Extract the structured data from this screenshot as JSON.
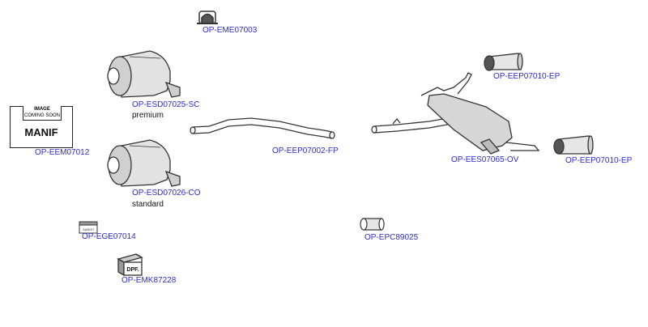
{
  "parts": [
    {
      "code": "OP-EME07003",
      "kind": "rubber-mount"
    },
    {
      "code": "OP-ESD07025-SC",
      "kind": "dpf",
      "variant": "premium"
    },
    {
      "code": "OP-EEM07012",
      "kind": "manifold"
    },
    {
      "code": "OP-ESD07026-CO",
      "kind": "dpf",
      "variant": "standard"
    },
    {
      "code": "OP-EGE07014",
      "kind": "gasket"
    },
    {
      "code": "OP-EMK87228",
      "kind": "dpf-fitting-kit"
    },
    {
      "code": "OP-EEP07002-FP",
      "kind": "front-pipe"
    },
    {
      "code": "OP-EPC89025",
      "kind": "pipe-clamp"
    },
    {
      "code": "OP-EES07065-OV",
      "kind": "rear-silencer"
    },
    {
      "code": "OP-EEP07010-EP",
      "kind": "tailpipe"
    },
    {
      "code": "OP-EEP07010-EP",
      "kind": "tailpipe"
    }
  ],
  "placeholder": {
    "line1": "IMAGE",
    "line2": "COMING SOON",
    "main": "MANIF"
  },
  "badges": {
    "gasket": "GASKET",
    "kit": "DPF."
  },
  "colors": {
    "link": "#2b2bd6",
    "line": "#333333",
    "fill": "#d9d9d9"
  }
}
